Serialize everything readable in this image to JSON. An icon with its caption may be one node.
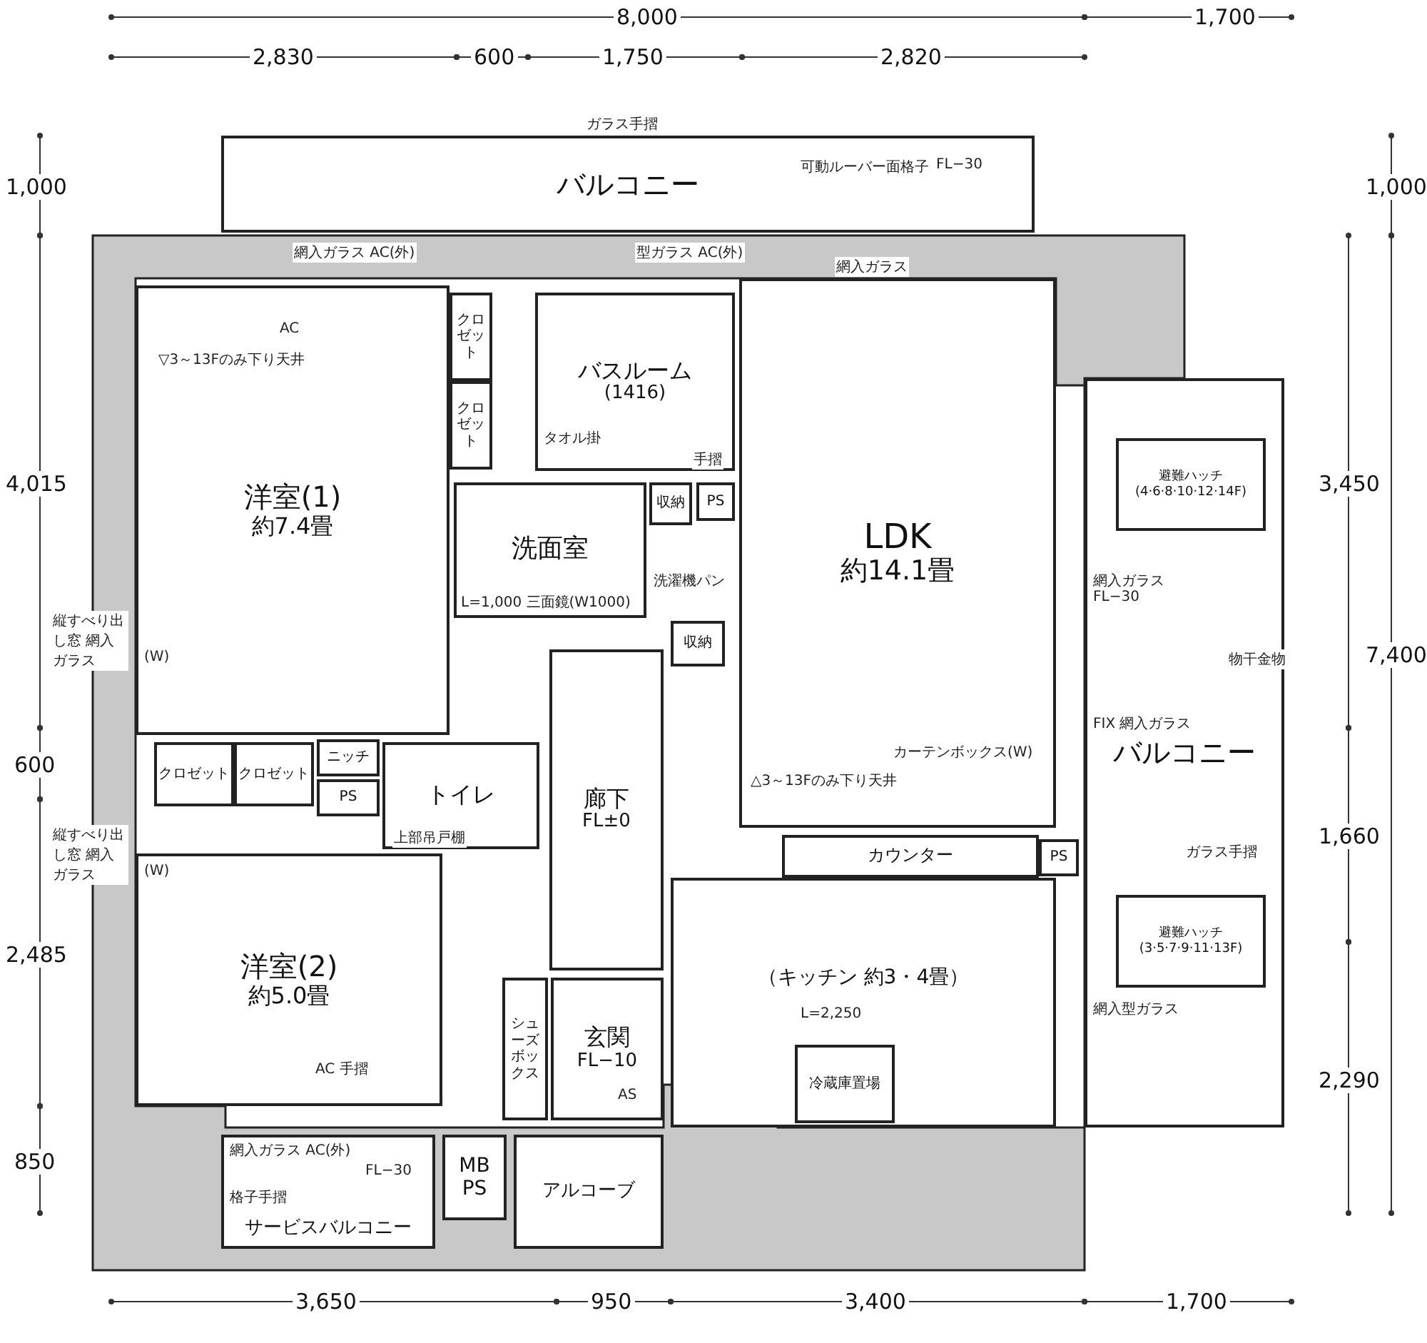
{
  "diagram": {
    "nodes": [
      {
        "text": [
          "バルコニー"
        ]
      },
      {
        "text": [
          "洋室(1)",
          "約7.4畳"
        ]
      },
      {
        "text": [
          "クロゼット"
        ]
      },
      {
        "text": [
          "クロゼット"
        ]
      },
      {
        "text": [
          "バスルーム",
          "(1416)"
        ]
      },
      {
        "text": [
          "洗面室"
        ]
      },
      {
        "text": [
          "収納"
        ]
      },
      {
        "text": [
          "PS"
        ]
      },
      {
        "text": [
          "収納"
        ]
      },
      {
        "text": [
          "LDK",
          "約14.1畳"
        ]
      },
      {
        "text": [
          "バルコニー"
        ]
      },
      {
        "text": [
          "避難ハッチ",
          "(4·6·8·10·12·14F)"
        ],
        "in": 10
      },
      {
        "text": [
          "避難ハッチ",
          "(3·5·7·9·11·13F)"
        ],
        "in": 10
      },
      {
        "text": [
          "洋室(2)",
          "約5.0畳"
        ]
      },
      {
        "text": [
          "クロゼット"
        ]
      },
      {
        "text": [
          "クロゼット"
        ]
      },
      {
        "text": [
          "ニッチ"
        ]
      },
      {
        "text": [
          "PS"
        ]
      },
      {
        "text": [
          "トイレ"
        ]
      },
      {
        "text": [
          "廊下",
          "FL±0"
        ]
      },
      {
        "text": [
          "シューズボックス"
        ]
      },
      {
        "text": [
          "玄関",
          "FL−10"
        ]
      },
      {
        "text": [
          "カウンター"
        ]
      },
      {
        "text": [
          "（キッチン 約3・4畳）"
        ]
      },
      {
        "text": [
          "PS"
        ]
      },
      {
        "text": [
          "冷蔵庫置場"
        ],
        "in": 23
      },
      {
        "text": [
          "MB PS"
        ]
      },
      {
        "text": [
          "サービスバルコニー"
        ]
      },
      {
        "text": [
          "アルコーブ"
        ]
      }
    ],
    "labels": [
      "8,000",
      "1,700",
      "2,830",
      "600",
      "1,750",
      "2,820",
      "ガラス手摺",
      "網入ガラス AC(外)",
      "可動ルーバー面格子",
      "型ガラス AC(外)",
      "網入ガラス",
      "FL−30",
      "▽3～13Fのみ下り天井",
      "AC",
      "(W)",
      "タオル掛",
      "手摺",
      "L=1,000 三面鏡(W1000)",
      "洗濯機パン",
      "△3～13Fのみ下り天井",
      "カーテンボックス(W)",
      "網入ガラス",
      "FL−30",
      "FIX 網入ガラス",
      "物干金物",
      "ガラス手摺",
      "縦すべり出し窓 網入ガラス",
      "縦すべり出し窓 網入ガラス",
      "(W)",
      "上部吊戸棚",
      "AC 手摺",
      "網入ガラス AC(外)",
      "FL−30",
      "格子手摺",
      "L=2,250",
      "網入型ガラス",
      "AS",
      "1,000",
      "4,015",
      "600",
      "2,485",
      "850",
      "1,000",
      "3,450",
      "7,400",
      "1,660",
      "2,290",
      "3,650",
      "950",
      "3,400",
      "1,700"
    ]
  }
}
